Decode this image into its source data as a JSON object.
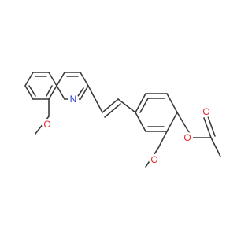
{
  "molecule": {
    "colors": {
      "bond": "#3a3a3a",
      "oxygen": "#e8282d",
      "nitrogen": "#2a3ad8"
    },
    "atom_labels": {
      "n_quinoline": "N",
      "o_methoxy_quinoline": "O",
      "o_methoxy_phenyl": "O",
      "o_ester": "O",
      "o_carbonyl": "O"
    }
  }
}
